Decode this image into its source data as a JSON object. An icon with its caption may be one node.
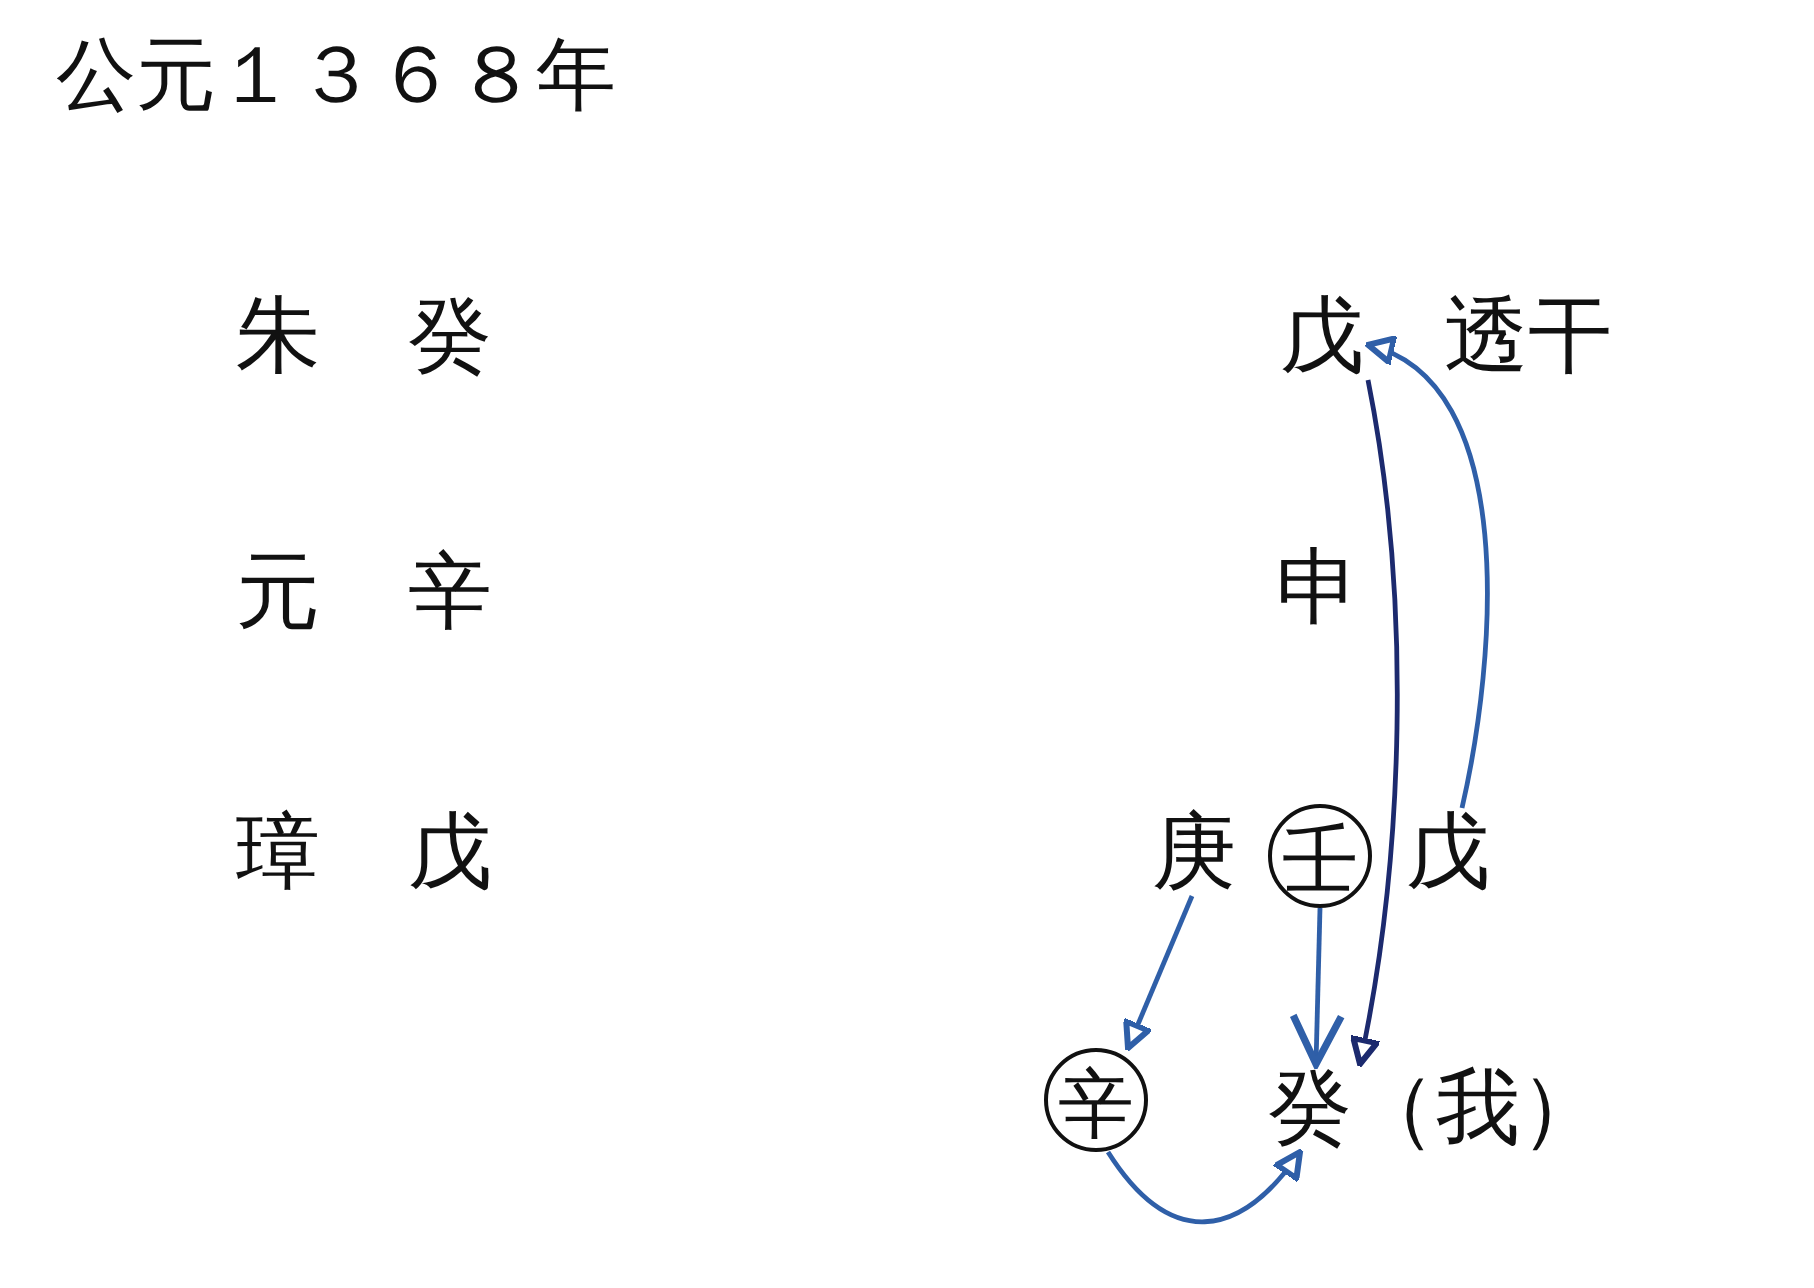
{
  "diagram": {
    "title": "公元１３６８年",
    "nodes": [
      {
        "text": [
          "戊"
        ],
        "beside": [
          "透干"
        ]
      },
      {
        "text": [
          "庚"
        ]
      },
      {
        "text": [
          "壬"
        ]
      },
      {
        "text": [
          "戊"
        ]
      },
      {
        "text": [
          "辛"
        ]
      },
      {
        "text": [
          "癸（我）"
        ]
      }
    ],
    "edges": [
      {
        "from": 0,
        "to": 5,
        "arrow": "to",
        "color": "#1c2a6e"
      },
      {
        "from": 3,
        "to": 0,
        "arrow": "to"
      },
      {
        "from": 1,
        "to": 4,
        "arrow": "to"
      },
      {
        "from": 2,
        "to": 5,
        "arrow": "to"
      },
      {
        "from": 4,
        "to": 5,
        "arrow": "to"
      }
    ],
    "labels": [
      "朱",
      "癸",
      "元",
      "辛",
      "申",
      "璋",
      "戊"
    ]
  }
}
